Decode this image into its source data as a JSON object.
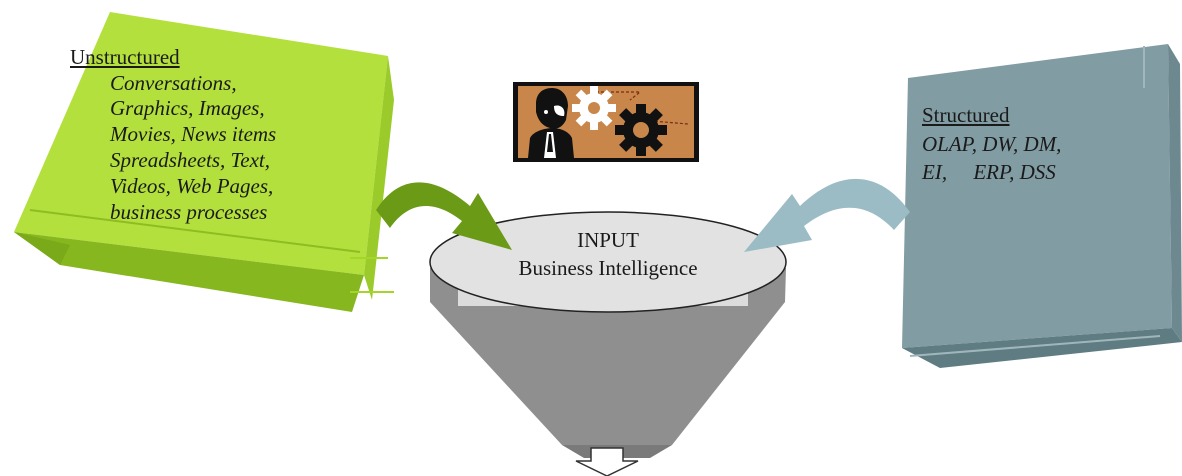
{
  "unstructured": {
    "heading": "Unstructured",
    "lines": [
      "Conversations,",
      "Graphics, Images,",
      "Movies, News items",
      "Spreadsheets, Text,",
      "Videos, Web Pages,",
      "business processes"
    ]
  },
  "structured": {
    "heading": "Structured",
    "lines": [
      "OLAP, DW, DM,",
      "EI,     ERP, DSS"
    ]
  },
  "funnel": {
    "line1": "INPUT",
    "line2": "Business Intelligence"
  },
  "colors": {
    "unstructured_box": "#a4d62a",
    "unstructured_arrow": "#6b9a17",
    "structured_box": "#7a979d",
    "structured_arrow": "#9bbcc4",
    "funnel_body": "#8f8f8f",
    "funnel_top": "#e2e2e2"
  },
  "icons": [
    "business-gears-icon",
    "down-arrow-icon"
  ]
}
